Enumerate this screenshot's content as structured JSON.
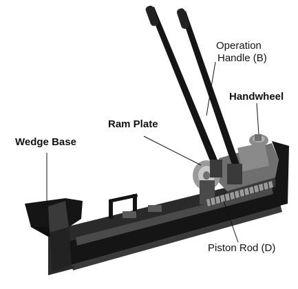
{
  "diagram": {
    "labels": {
      "operation_handle_line1": "Operation",
      "operation_handle_line2": "Handle (B)",
      "handwheel": "Handwheel",
      "ram_plate": "Ram Plate",
      "wedge_base": "Wedge Base",
      "piston_rod": "Piston Rod (D)"
    },
    "colors": {
      "metal_dark": "#151515",
      "metal_mid": "#3a3a3a",
      "metal_light": "#8a8a8a",
      "cylinder": "#6f6f6f",
      "background": "#ffffff"
    }
  }
}
